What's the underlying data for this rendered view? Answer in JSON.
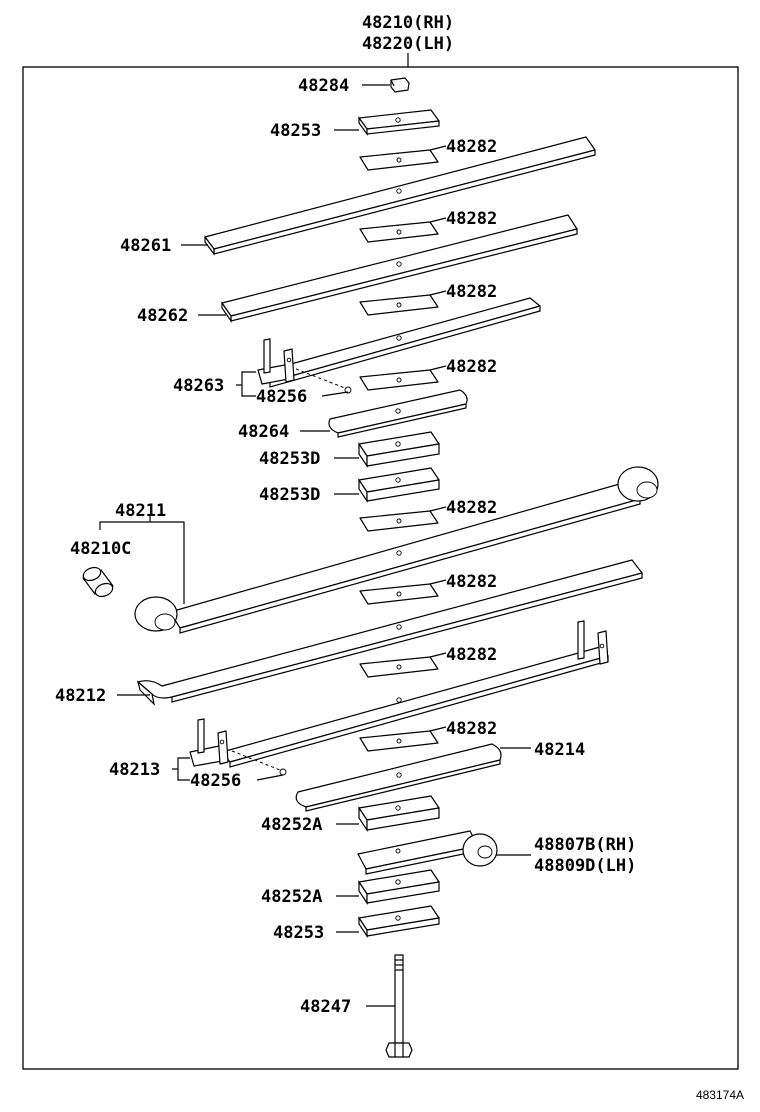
{
  "assembly": {
    "rh": "48210(RH)",
    "lh": "48220(LH)"
  },
  "labels": {
    "p48284": "48284",
    "p48253_top": "48253",
    "p48282_1": "48282",
    "p48282_2": "48282",
    "p48282_3": "48282",
    "p48282_4": "48282",
    "p48282_5": "48282",
    "p48282_6": "48282",
    "p48282_7": "48282",
    "p48282_8": "48282",
    "p48261": "48261",
    "p48262": "48262",
    "p48263": "48263",
    "p48256_upper": "48256",
    "p48264": "48264",
    "p48253D_1": "48253D",
    "p48253D_2": "48253D",
    "p48211": "48211",
    "p48210C": "48210C",
    "p48212": "48212",
    "p48213": "48213",
    "p48256_lower": "48256",
    "p48214": "48214",
    "p48252A_1": "48252A",
    "p48807B": "48807B(RH)",
    "p48809D": "48809D(LH)",
    "p48252A_2": "48252A",
    "p48253_bottom": "48253",
    "p48247": "48247"
  },
  "figure_code": "483174A"
}
